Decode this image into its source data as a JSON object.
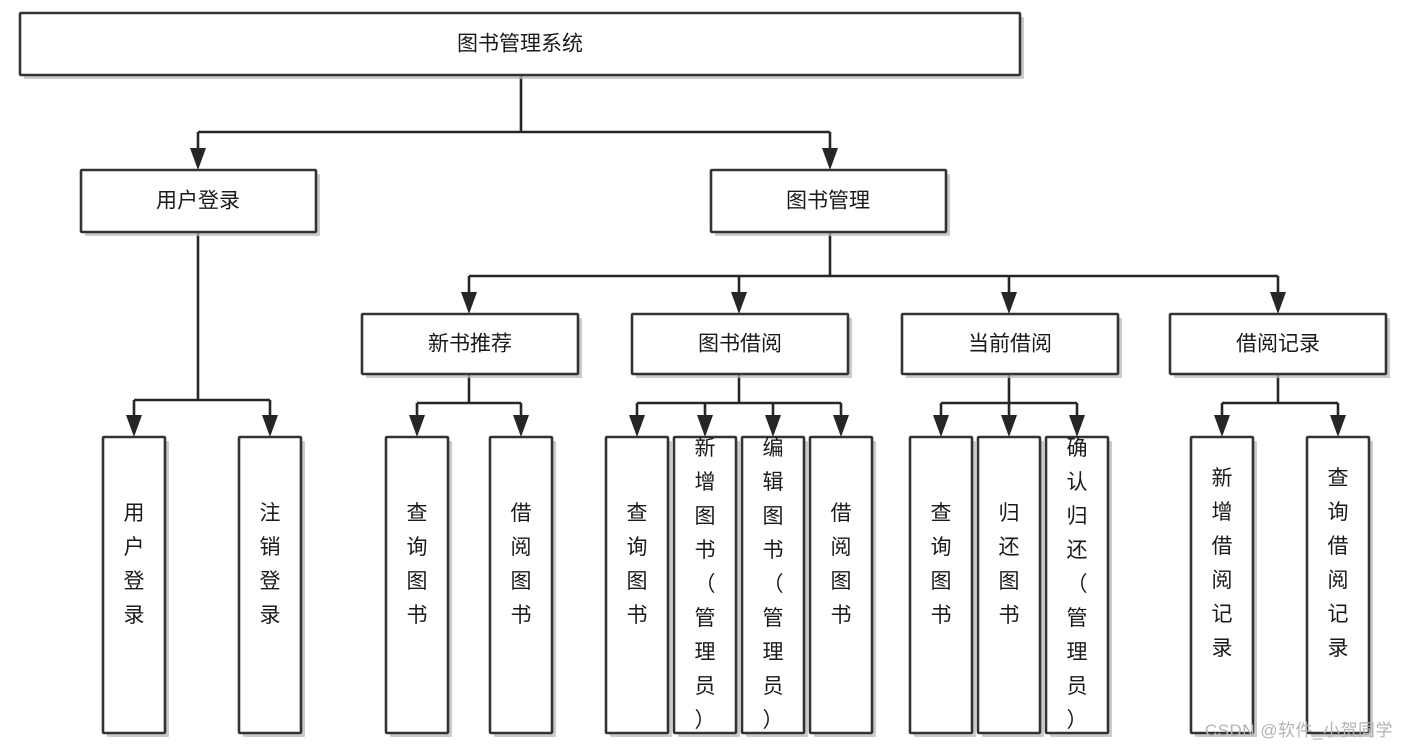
{
  "diagram": {
    "type": "tree-hierarchy-chart",
    "title": "图书管理系统",
    "watermark": "CSDN @软件_小贺同学",
    "colors": {
      "box_stroke": "#333333",
      "box_fill": "#ffffff",
      "connector": "#262626",
      "text": "#1a1a1a",
      "watermark": "#b3b3b3",
      "background": "#ffffff"
    },
    "levels": {
      "root": {
        "label": "图书管理系统"
      },
      "level2": [
        {
          "label": "用户登录"
        },
        {
          "label": "图书管理"
        }
      ],
      "level3": [
        {
          "label": "新书推荐"
        },
        {
          "label": "图书借阅"
        },
        {
          "label": "当前借阅"
        },
        {
          "label": "借阅记录"
        }
      ]
    },
    "leaves": {
      "user_login": [
        {
          "label": "用户登录"
        },
        {
          "label": "注销登录"
        }
      ],
      "new_book_recommend": [
        {
          "label": "查询图书"
        },
        {
          "label": "借阅图书"
        }
      ],
      "book_borrow": [
        {
          "label": "查询图书"
        },
        {
          "label": "新增图书（管理员）"
        },
        {
          "label": "编辑图书（管理员）"
        },
        {
          "label": "借阅图书"
        }
      ],
      "current_borrow": [
        {
          "label": "查询图书"
        },
        {
          "label": "归还图书"
        },
        {
          "label": "确认归还（管理员）"
        }
      ],
      "borrow_record": [
        {
          "label": "新增借阅记录"
        },
        {
          "label": "查询借阅记录"
        }
      ]
    }
  }
}
